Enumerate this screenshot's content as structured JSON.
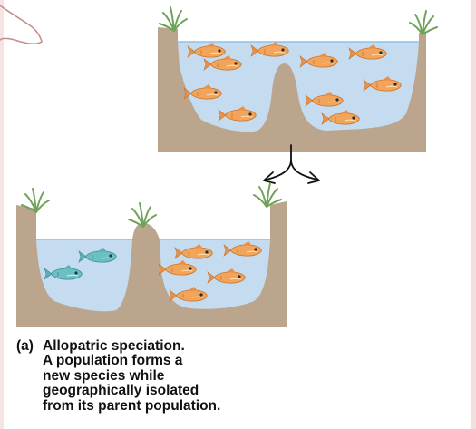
{
  "caption": {
    "label": "(a)",
    "lines": [
      "Allopatric speciation.",
      "A population forms a",
      "new species while",
      "geographically isolated",
      "from its parent population."
    ]
  },
  "colors": {
    "water": "#c5dcf0",
    "water_surface": "#8fc0e6",
    "soil": "#bca58d",
    "soil_edge": "#9b8268",
    "grass": "#6fa35a",
    "orange_fish": "#f2a55a",
    "teal_fish": "#6cc0c4",
    "pen_stroke": "#c98c8c"
  },
  "icons": [
    "fish-icon",
    "grass-icon",
    "split-arrow-icon"
  ]
}
